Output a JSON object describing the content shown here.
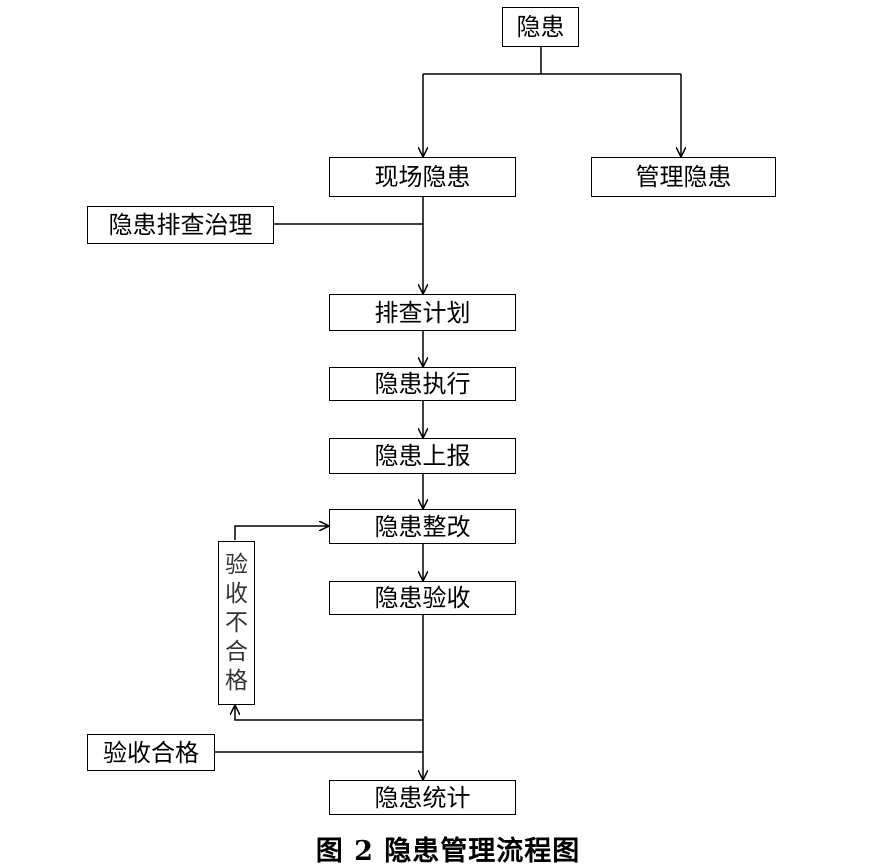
{
  "nodes": {
    "root": "隐患",
    "site": "现场隐患",
    "mgmt": "管理隐患",
    "screening": "隐患排查治理",
    "plan": "排查计划",
    "exec": "隐患执行",
    "report": "隐患上报",
    "rectify": "隐患整改",
    "accept": "隐患验收",
    "fail": [
      "验",
      "收",
      "不",
      "合",
      "格"
    ],
    "pass": "验收合格",
    "stats": "隐患统计"
  },
  "caption": "图 2  隐患管理流程图"
}
